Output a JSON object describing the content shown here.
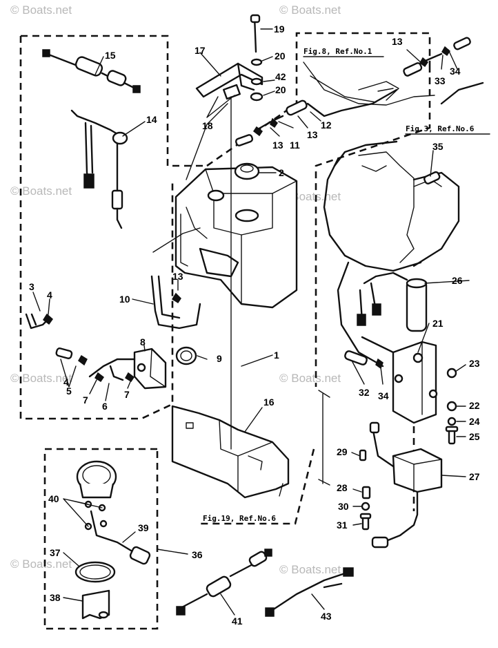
{
  "watermark": "© Boats.net",
  "references": {
    "fig8": "Fig.8, Ref.No.1",
    "fig3": "Fig.3, Ref.No.6",
    "fig19": "Fig.19, Ref.No.6"
  },
  "callouts": {
    "p1": "1",
    "p2": "2",
    "p3": "3",
    "p4a": "4",
    "p4b": "4",
    "p5": "5",
    "p6": "6",
    "p7a": "7",
    "p7b": "7",
    "p8": "8",
    "p9": "9",
    "p10": "10",
    "p11": "11",
    "p12": "12",
    "p13a": "13",
    "p13b": "13",
    "p13c": "13",
    "p13d": "13",
    "p14": "14",
    "p15": "15",
    "p16": "16",
    "p17": "17",
    "p18": "18",
    "p19": "19",
    "p20a": "20",
    "p20b": "20",
    "p21": "21",
    "p22": "22",
    "p23": "23",
    "p24": "24",
    "p25": "25",
    "p26": "26",
    "p27": "27",
    "p28": "28",
    "p29": "29",
    "p30": "30",
    "p31": "31",
    "p32": "32",
    "p33": "33",
    "p34a": "34",
    "p34b": "34",
    "p35": "35",
    "p36": "36",
    "p37": "37",
    "p38": "38",
    "p39": "39",
    "p40": "40",
    "p41": "41",
    "p42": "42",
    "p43": "43"
  }
}
